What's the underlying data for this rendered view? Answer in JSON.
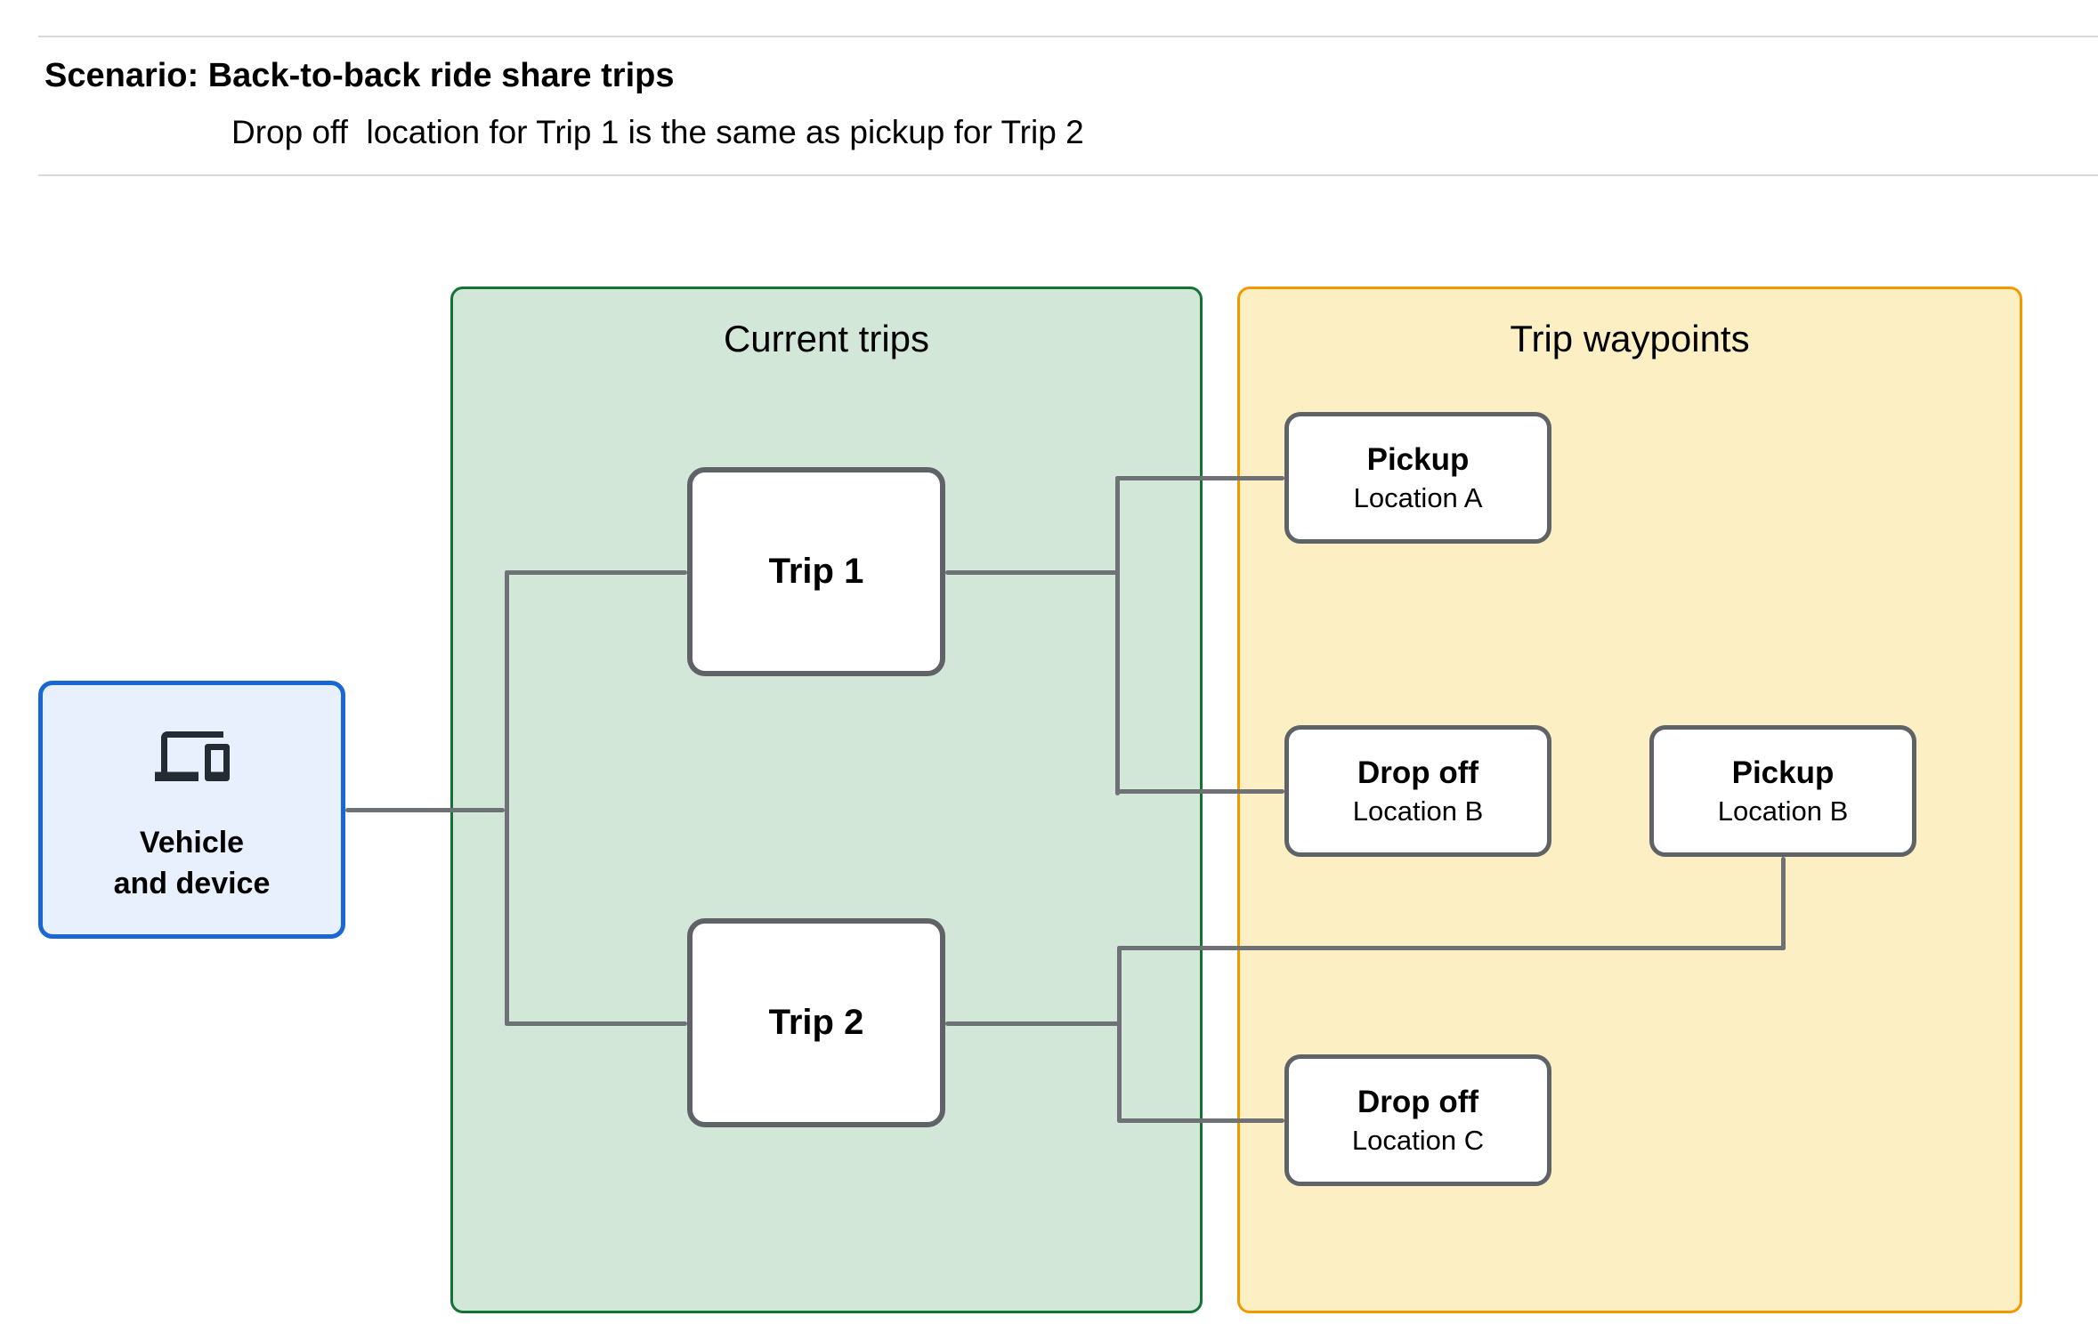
{
  "header": {
    "title": "Scenario: Back-to-back ride share trips",
    "subtitle": "Drop off  location for Trip 1 is the same as pickup for Trip 2"
  },
  "colors": {
    "vehicle_fill": "#e8f0fe",
    "vehicle_border": "#1967d2",
    "current_trips_fill": "#d2e7d8",
    "current_trips_border": "#137333",
    "waypoints_fill": "#fdefc4",
    "waypoints_border": "#f29900",
    "node_border": "#5f6368",
    "connector": "#6e7276",
    "text": "#000000"
  },
  "vehicle": {
    "icon": "devices-icon",
    "label_line1": "Vehicle",
    "label_line2": "and device"
  },
  "panels": {
    "current_trips": {
      "title": "Current trips",
      "nodes": [
        {
          "label": "Trip 1"
        },
        {
          "label": "Trip 2"
        }
      ]
    },
    "trip_waypoints": {
      "title": "Trip waypoints",
      "nodes": [
        {
          "title": "Pickup",
          "subtitle": "Location A"
        },
        {
          "title": "Drop off",
          "subtitle": "Location B"
        },
        {
          "title": "Pickup",
          "subtitle": "Location B"
        },
        {
          "title": "Drop off",
          "subtitle": "Location C"
        }
      ]
    }
  },
  "edges": [
    {
      "from": "vehicle-and-device",
      "to": "trip-1"
    },
    {
      "from": "vehicle-and-device",
      "to": "trip-2"
    },
    {
      "from": "trip-1",
      "to": "pickup-location-a"
    },
    {
      "from": "trip-1",
      "to": "dropoff-location-b"
    },
    {
      "from": "pickup-location-b",
      "to": "trip-2"
    },
    {
      "from": "trip-2",
      "to": "dropoff-location-c"
    }
  ]
}
